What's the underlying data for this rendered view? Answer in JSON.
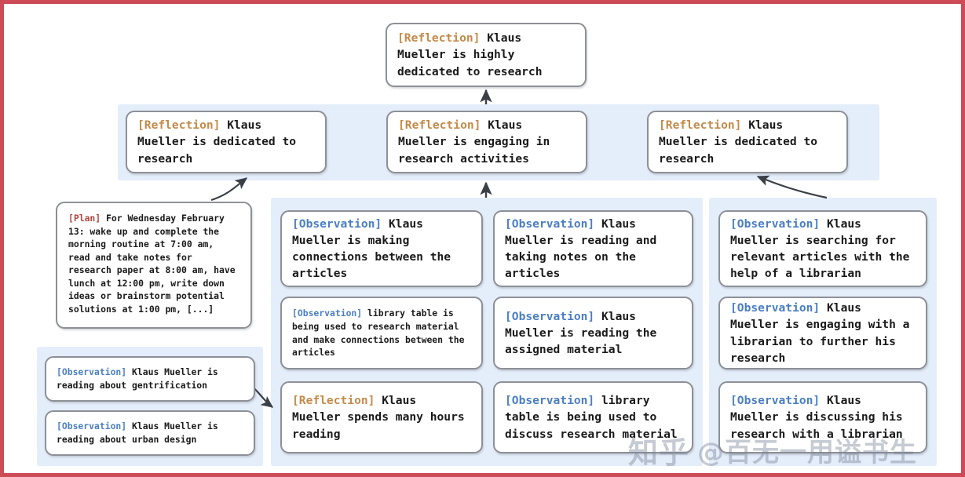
{
  "meta": {
    "border_color": "#cd4a57",
    "panel_color": "#e4edfa",
    "box_border_color": "#8d9096",
    "tag_colors": {
      "reflection": "#c48a4a",
      "observation": "#4a7ec4",
      "plan": "#b5443c"
    }
  },
  "top_reflection": {
    "tag": "[Reflection]",
    "text": " Klaus Mueller is highly dedicated to research"
  },
  "reflections": [
    {
      "tag": "[Reflection]",
      "text": " Klaus Mueller is dedicated to research"
    },
    {
      "tag": "[Reflection]",
      "text": " Klaus Mueller is engaging in research activities"
    },
    {
      "tag": "[Reflection]",
      "text": " Klaus Mueller is dedicated to research"
    }
  ],
  "plan": {
    "tag": "[Plan]",
    "text": " For Wednesday February 13: wake up and complete the morning routine at 7:00 am, read and take notes for research paper at 8:00 am, have lunch at 12:00 pm, write down ideas or brainstorm potential solutions at 1:00 pm, [...]"
  },
  "left_observations": [
    {
      "tag": "[Observation]",
      "text": " Klaus Mueller is reading about gentrification"
    },
    {
      "tag": "[Observation]",
      "text": " Klaus Mueller is reading about urban design"
    }
  ],
  "mid_left_column": [
    {
      "tag": "[Observation]",
      "text": " Klaus Mueller is making connections between the articles"
    },
    {
      "tag": "[Observation]",
      "text": " library table is being used to research material and make connections between the articles"
    },
    {
      "tag": "[Reflection]",
      "text": " Klaus Mueller spends many hours reading"
    }
  ],
  "mid_right_column": [
    {
      "tag": "[Observation]",
      "text": " Klaus Mueller is reading and taking notes on the articles"
    },
    {
      "tag": "[Observation]",
      "text": " Klaus Mueller is reading the assigned material"
    },
    {
      "tag": "[Observation]",
      "text": " library table is being used to discuss research material"
    }
  ],
  "right_column": [
    {
      "tag": "[Observation]",
      "text": " Klaus Mueller is searching for relevant articles with the help of a librarian"
    },
    {
      "tag": "[Observation]",
      "text": " Klaus Mueller is engaging with a librarian to further his research"
    },
    {
      "tag": "[Observation]",
      "text": " Klaus Mueller is discussing his research with a librarian"
    }
  ],
  "watermark": {
    "logo": "知乎",
    "handle": "@百无一用谥书生"
  }
}
